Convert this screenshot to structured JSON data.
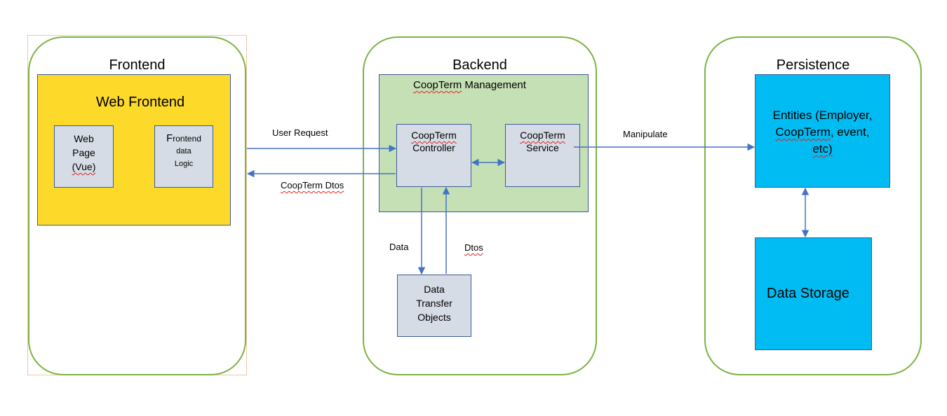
{
  "frontend": {
    "title": "Frontend",
    "web_frontend": "Web Frontend",
    "web_page": [
      "Web",
      "Page",
      "(Vue)"
    ],
    "frontend_logic": {
      "first_letter": "F",
      "rest": "rontend",
      "line2": "data",
      "line3": "Logic"
    }
  },
  "backend": {
    "title": "Backend",
    "management": {
      "word1": "CoopTerm",
      "word2": " Management"
    },
    "controller": [
      "CoopTerm",
      "Controller"
    ],
    "service": [
      "CoopTerm",
      "Service"
    ],
    "dto_box": [
      "Data",
      "Transfer",
      "Objects"
    ]
  },
  "persistence": {
    "title": "Persistence",
    "entities": [
      "Entities (Employer,",
      "CoopTerm",
      ", event,",
      "etc)"
    ],
    "storage": "Data Storage"
  },
  "connectors": {
    "user_request": "User Request",
    "coopterm_dtos": "CoopTerm Dtos",
    "manipulate": "Manipulate",
    "data": "Data",
    "dtos": "Dtos"
  },
  "colors": {
    "tier_border": "#7cb342",
    "web_frontend_fill": "#fdd92a",
    "management_fill": "#c5e0b4",
    "persistence_fill": "#00bcf2",
    "component_fill": "#d6dce5",
    "line": "#4472c4"
  }
}
